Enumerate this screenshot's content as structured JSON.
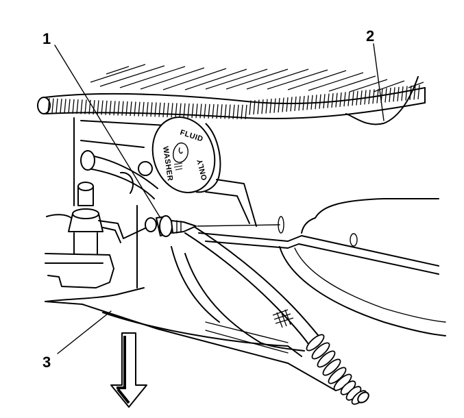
{
  "callouts": {
    "one": "1",
    "two": "2",
    "three": "3"
  },
  "cap_text": {
    "top": "FLUID",
    "left": "WASHER",
    "bottom": "ONLY"
  },
  "panel_marking": "0",
  "icons": {
    "arrow": "down-arrow-icon",
    "cap": "washer-fluid-cap-icon",
    "fastener": "push-pin-retainer-icon"
  }
}
